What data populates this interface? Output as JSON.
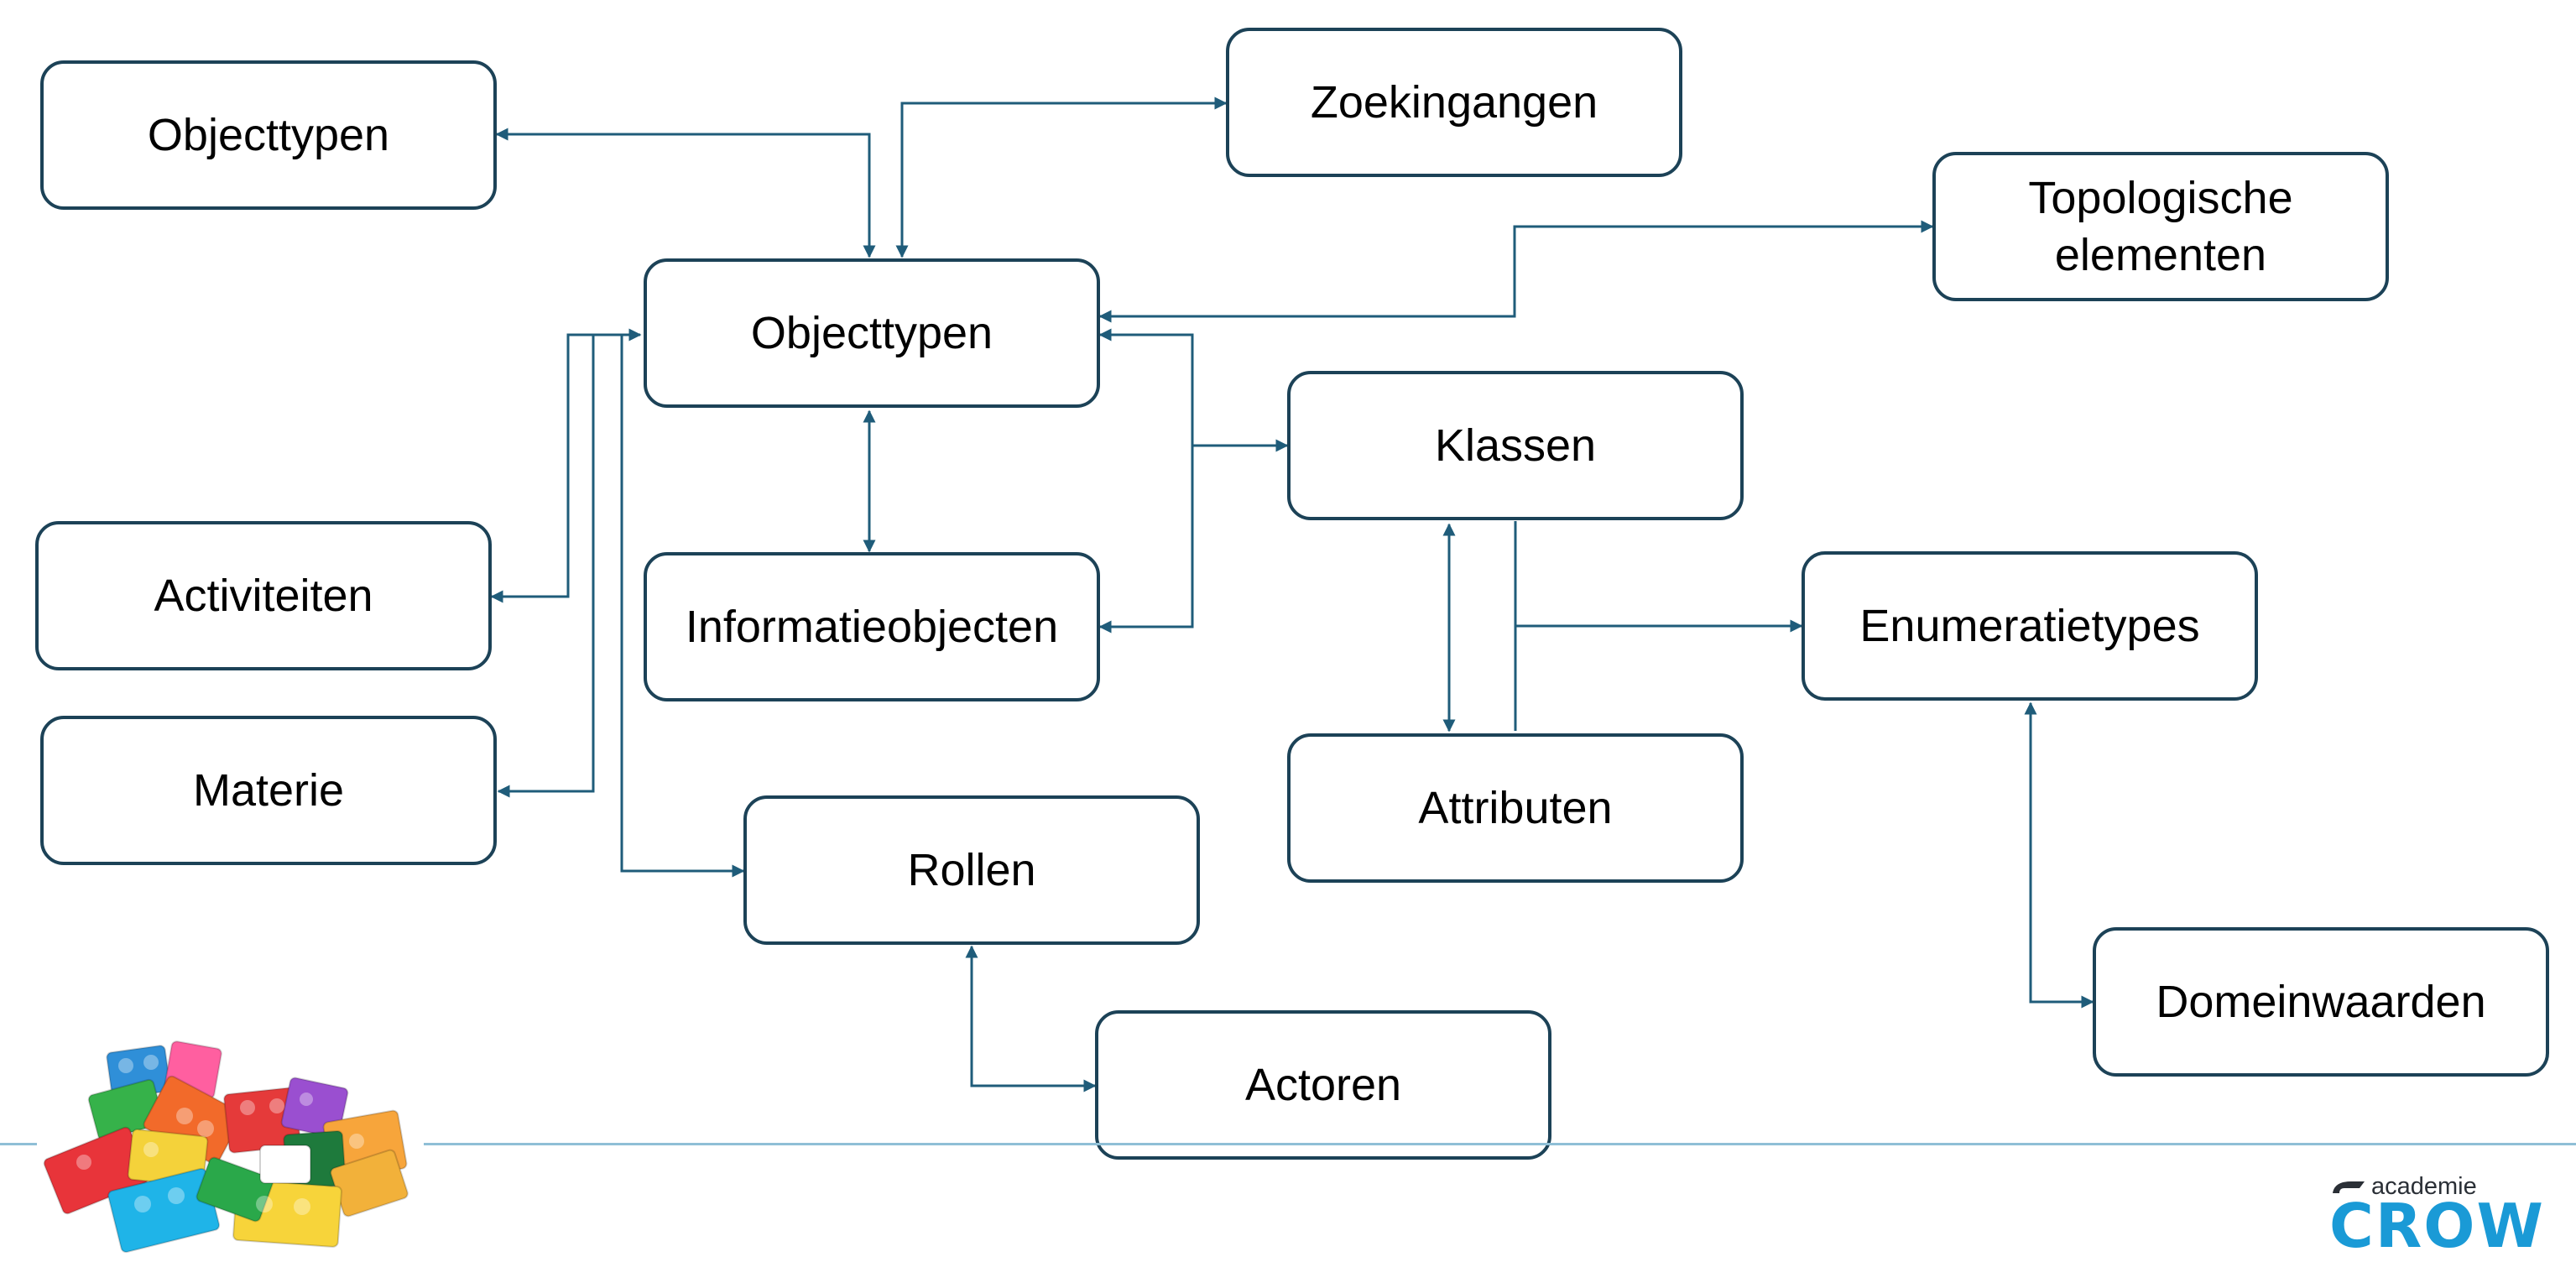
{
  "diagram": {
    "nodes": {
      "objecttypen_external": "Objecttypen",
      "zoekingangen": "Zoekingangen",
      "topologische_line1": "Topologische",
      "topologische_line2": "elementen",
      "objecttypen_central": "Objecttypen",
      "klassen": "Klassen",
      "activiteiten": "Activiteiten",
      "informatieobjecten": "Informatieobjecten",
      "enumeratietypes": "Enumeratietypes",
      "materie": "Materie",
      "attributen": "Attributen",
      "rollen": "Rollen",
      "domeinwaarden": "Domeinwaarden",
      "actoren": "Actoren"
    },
    "colors": {
      "box_border": "#1c4257",
      "connector": "#1f5c7a",
      "footer_line": "#8fbfd6",
      "logo_blue": "#1a9ad6"
    }
  },
  "branding": {
    "logo_small_text": "academie",
    "logo_word": "CROW",
    "decoration_icon": "lego-bricks-icon"
  }
}
